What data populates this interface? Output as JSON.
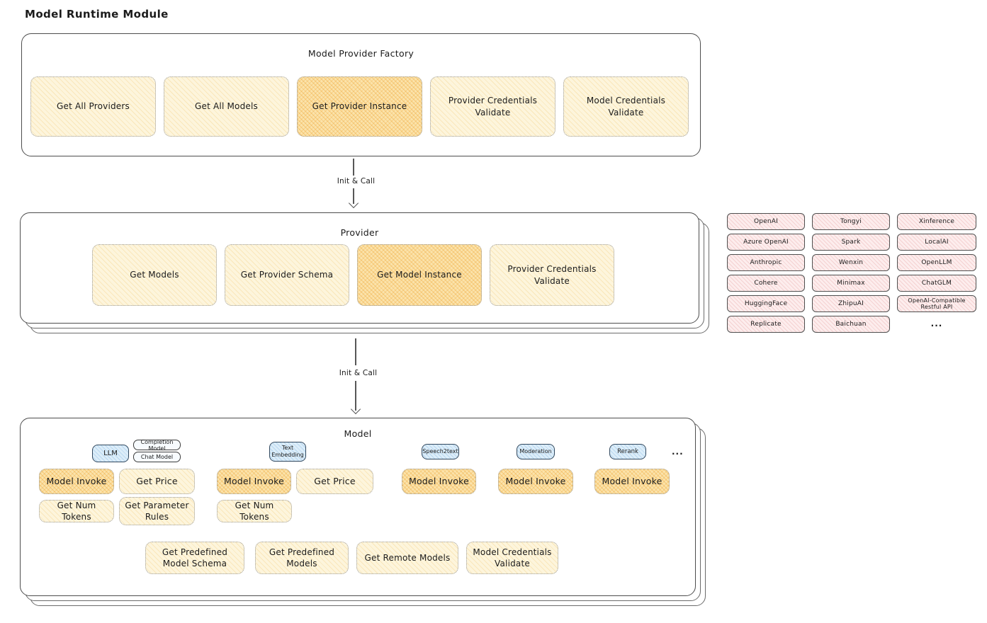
{
  "title": "Model Runtime Module",
  "arrows": {
    "arrow1": "Init & Call",
    "arrow2": "Init & Call"
  },
  "factory": {
    "title": "Model Provider Factory",
    "boxes": [
      {
        "label": "Get All Providers"
      },
      {
        "label": "Get All Models"
      },
      {
        "label": "Get Provider Instance"
      },
      {
        "label": "Provider Credentials Validate"
      },
      {
        "label": "Model Credentials Validate"
      }
    ]
  },
  "provider": {
    "title": "Provider",
    "boxes": [
      {
        "label": "Get Models"
      },
      {
        "label": "Get Provider Schema"
      },
      {
        "label": "Get Model Instance"
      },
      {
        "label": "Provider Credentials Validate"
      }
    ]
  },
  "provider_list": {
    "items": [
      "OpenAI",
      "Tongyi",
      "Xinference",
      "Azure OpenAI",
      "Spark",
      "LocalAI",
      "Anthropic",
      "Wenxin",
      "OpenLLM",
      "Cohere",
      "Minimax",
      "ChatGLM",
      "HuggingFace",
      "ZhipuAI",
      "OpenAI-Compatible Restful API",
      "Replicate",
      "Baichuan"
    ],
    "ellipsis": "..."
  },
  "model": {
    "title": "Model",
    "tags": [
      "LLM",
      "Completion Model",
      "Chat Model",
      "Text Embedding",
      "Speech2text",
      "Moderation",
      "Rerank"
    ],
    "tags_ellipsis": "...",
    "llm_ops": [
      "Model Invoke",
      "Get Price",
      "Get Num Tokens",
      "Get Parameter Rules"
    ],
    "text_embedding_ops": [
      "Model Invoke",
      "Get Price",
      "Get Num Tokens"
    ],
    "speech2text_ops": [
      "Model Invoke"
    ],
    "moderation_ops": [
      "Model Invoke"
    ],
    "rerank_ops": [
      "Model Invoke"
    ],
    "common_ops": [
      "Get Predefined Model Schema",
      "Get Predefined Models",
      "Get Remote Models",
      "Model Credentials Validate"
    ]
  },
  "colors": {
    "op_fill": "#fdf5dc",
    "op_highlight_fill": "#fbe3ab",
    "provider_pill_fill": "#fdeded",
    "model_tag_fill": "#dcedf9",
    "panel_border": "#4d4d4d",
    "dotted_border": "#9a9a9a",
    "text": "#1b1b1b"
  }
}
